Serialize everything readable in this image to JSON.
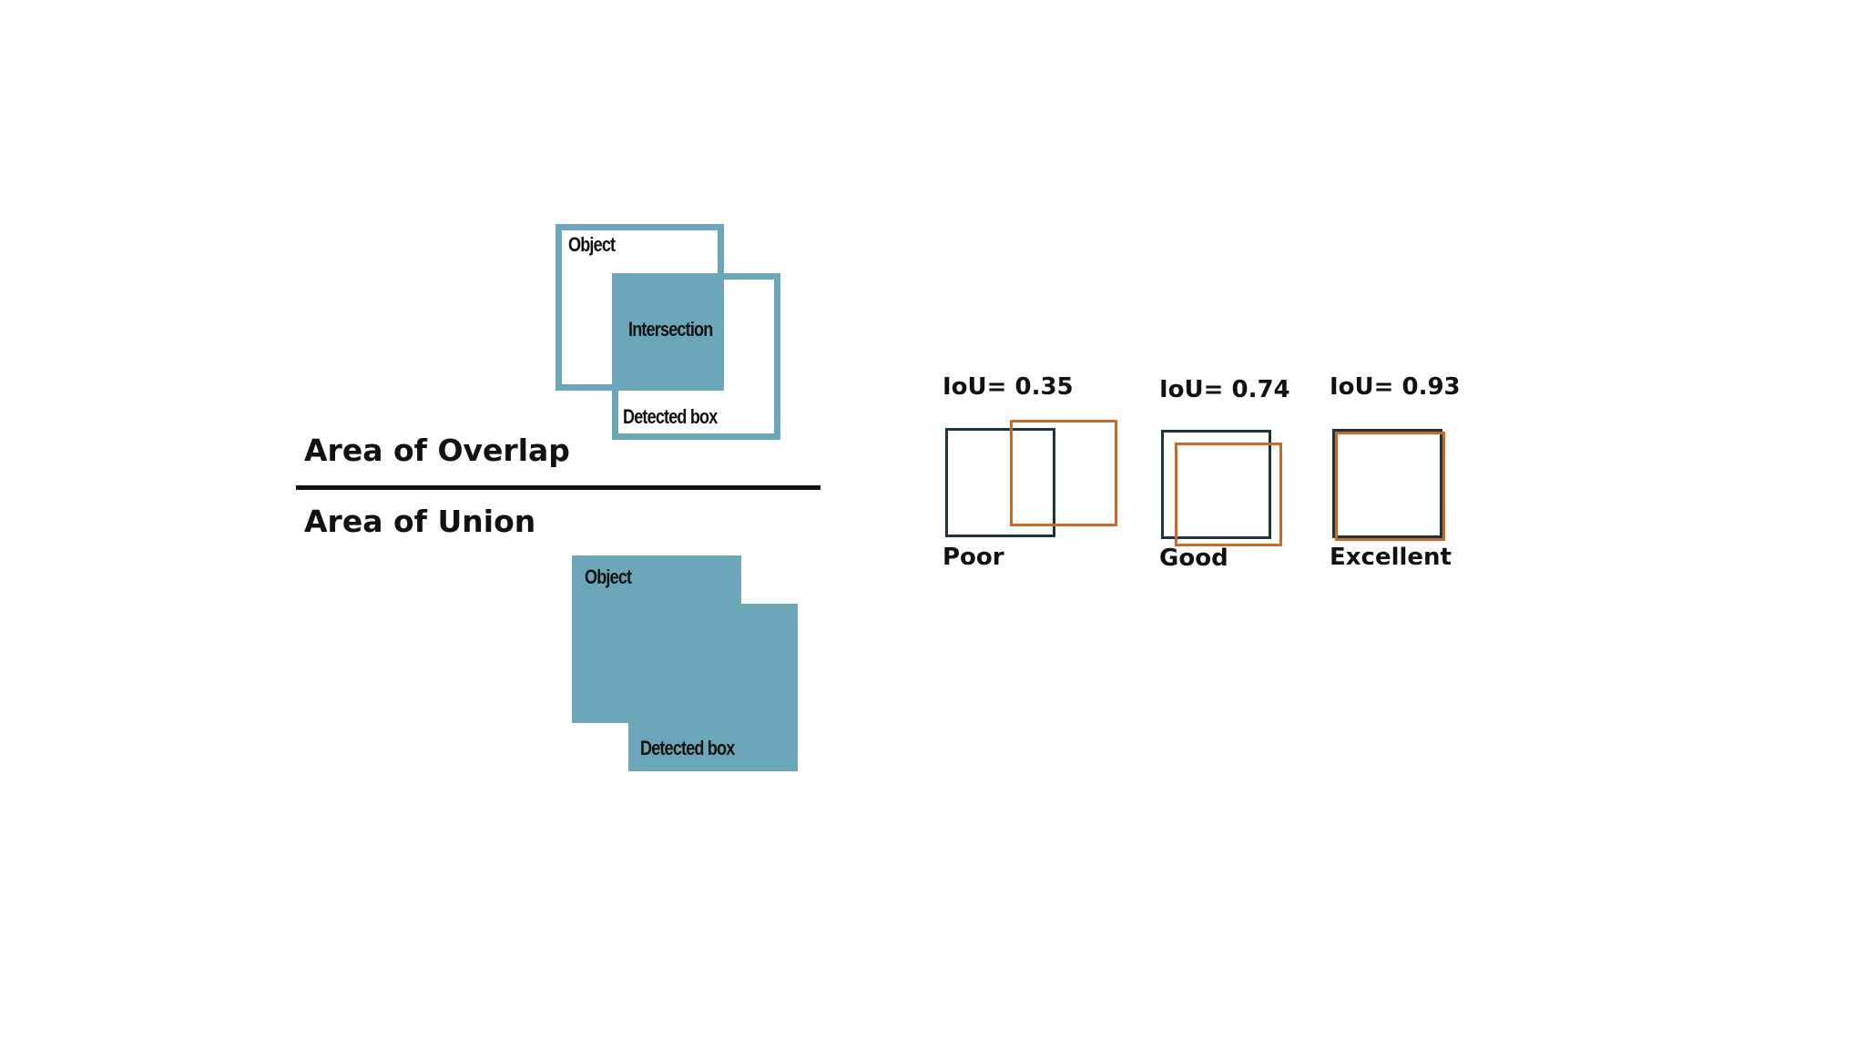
{
  "overlap_diagram": {
    "object_label": "Object",
    "intersection_label": "Intersection",
    "detected_label": "Detected box"
  },
  "fraction": {
    "numerator": "Area of Overlap",
    "denominator": "Area of Union"
  },
  "union_diagram": {
    "object_label": "Object",
    "detected_label": "Detected box"
  },
  "examples": [
    {
      "iou": "IoU= 0.35",
      "quality": "Poor"
    },
    {
      "iou": "IoU= 0.74",
      "quality": "Good"
    },
    {
      "iou": "IoU= 0.93",
      "quality": "Excellent"
    }
  ],
  "colors": {
    "box_fill": "#6ba7b8",
    "truth_box": "#1c3640",
    "predicted_box": "#c9692a"
  }
}
